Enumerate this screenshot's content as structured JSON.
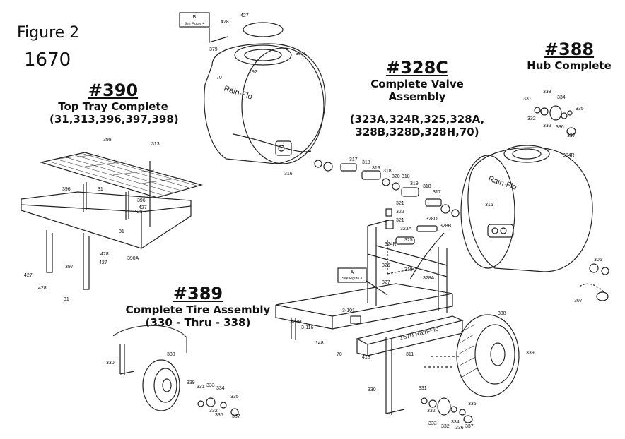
{
  "figure": {
    "title": "Figure 2",
    "model": "1670"
  },
  "assemblies": {
    "a390": {
      "number": "#390",
      "name": "Top Tray Complete",
      "parts": "(31,313,396,397,398)"
    },
    "a328c": {
      "number": "#328C",
      "name_line1": "Complete Valve",
      "name_line2": "Assembly",
      "parts_line1": "(323A,324R,325,328A,",
      "parts_line2": "328B,328D,328H,70)"
    },
    "a388": {
      "number": "#388",
      "name": "Hub Complete"
    },
    "a389": {
      "number": "#389",
      "name": "Complete Tire Assembly",
      "parts": "(330 - Thru - 338)"
    }
  },
  "refboxes": [
    {
      "letter": "B",
      "text": "See Figure 4"
    },
    {
      "letter": "A",
      "text": "See Figure 3"
    }
  ],
  "tank_brand": "Rain-Flo",
  "frame_brand": "1670 Rain-Flo",
  "part_labels": [
    "427",
    "428",
    "379",
    "70",
    "192",
    "304L",
    "316",
    "398",
    "313",
    "396",
    "31",
    "396",
    "428",
    "427",
    "31",
    "390A",
    "427",
    "428",
    "397",
    "31",
    "428",
    "427",
    "317",
    "318",
    "319",
    "318",
    "320",
    "318",
    "319",
    "318",
    "317",
    "321",
    "322",
    "321",
    "316",
    "323A",
    "328D",
    "328B",
    "324R",
    "325",
    "326",
    "318",
    "328A",
    "327",
    "3-101",
    "328H",
    "3-116",
    "148",
    "70",
    "311",
    "418",
    "330",
    "331",
    "333",
    "334",
    "335",
    "332",
    "336",
    "332",
    "337",
    "304R",
    "306",
    "307",
    "338",
    "339",
    "331",
    "332",
    "333",
    "332",
    "334",
    "336",
    "337",
    "335",
    "330",
    "338",
    "339",
    "331",
    "333",
    "334",
    "332",
    "335",
    "336",
    "337"
  ]
}
